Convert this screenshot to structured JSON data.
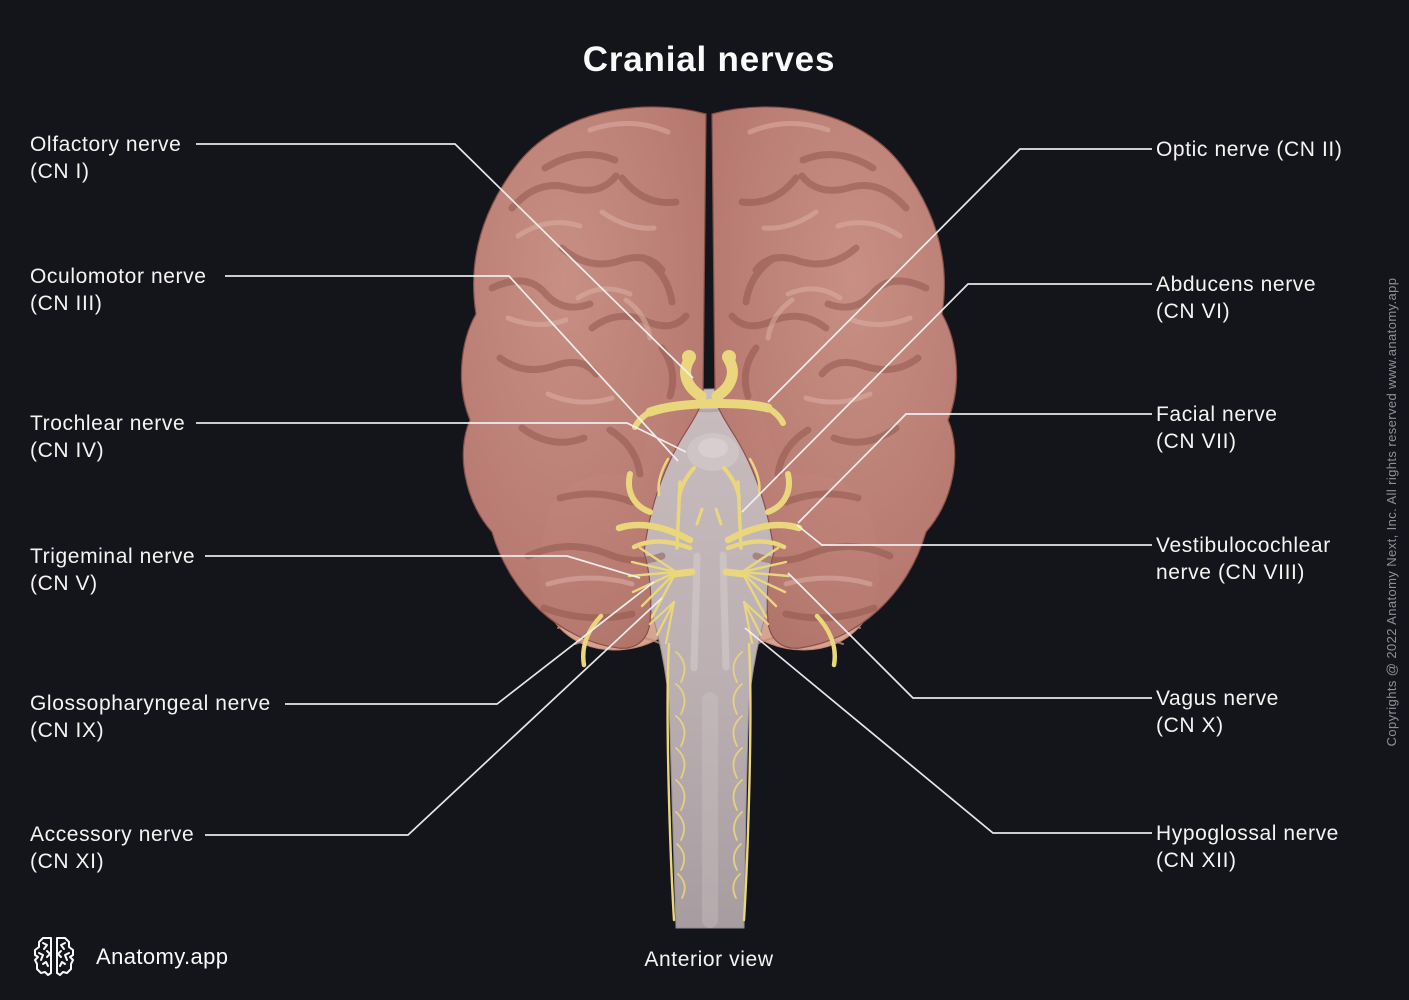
{
  "header": {
    "title": "Cranial nerves"
  },
  "labels": {
    "left": [
      {
        "id": "olfactory-nerve",
        "lines": [
          "Olfactory nerve",
          "(CN I)"
        ]
      },
      {
        "id": "oculomotor-nerve",
        "lines": [
          "Oculomotor nerve",
          "(CN III)"
        ]
      },
      {
        "id": "trochlear-nerve",
        "lines": [
          "Trochlear nerve",
          "(CN IV)"
        ]
      },
      {
        "id": "trigeminal-nerve",
        "lines": [
          "Trigeminal nerve",
          "(CN V)"
        ]
      },
      {
        "id": "glossopharyngeal-nerve",
        "lines": [
          "Glossopharyngeal nerve",
          "(CN IX)"
        ]
      },
      {
        "id": "accessory-nerve",
        "lines": [
          "Accessory nerve",
          "(CN XI)"
        ]
      }
    ],
    "right": [
      {
        "id": "optic-nerve",
        "lines": [
          "Optic nerve (CN II)"
        ]
      },
      {
        "id": "abducens-nerve",
        "lines": [
          "Abducens nerve",
          "(CN VI)"
        ]
      },
      {
        "id": "facial-nerve",
        "lines": [
          "Facial nerve",
          "(CN VII)"
        ]
      },
      {
        "id": "vestibulocochlear-nerve",
        "lines": [
          "Vestibulocochlear",
          "nerve (CN VIII)"
        ]
      },
      {
        "id": "vagus-nerve",
        "lines": [
          "Vagus nerve",
          "(CN X)"
        ]
      },
      {
        "id": "hypoglossal-nerve",
        "lines": [
          "Hypoglossal nerve",
          "(CN XII)"
        ]
      }
    ]
  },
  "illustration": {
    "subject": "Human brain with brainstem, spinal cord and cranial nerves",
    "view": "anterior"
  },
  "footer": {
    "brand_name": "Anatomy.app",
    "view_label": "Anterior view"
  },
  "copyright": "Copyrights @ 2022 Anatomy Next, Inc. All rights reserved www.anatomy.app",
  "colors": {
    "background": "#14151a",
    "label_text": "#f5f4f2",
    "leader_line": "#f2f2f2",
    "cerebrum": "#bb7d73",
    "cerebellum": "#e9bcab",
    "brainstem": "#bbafb2",
    "nerves_yellow": "#e9d67d",
    "copyright_text": "#8f8f97"
  }
}
